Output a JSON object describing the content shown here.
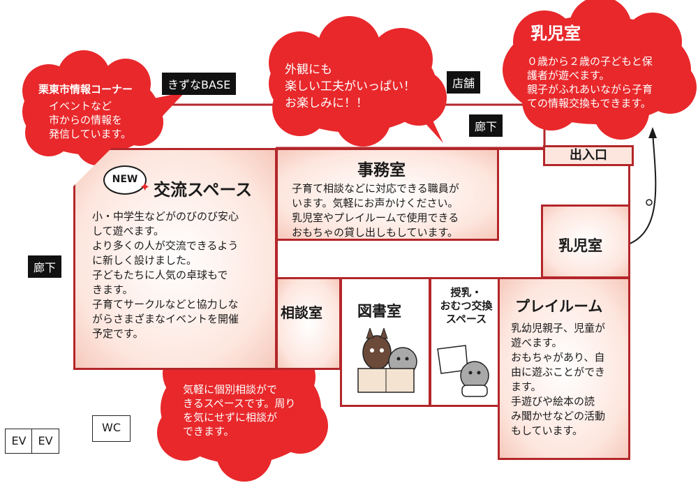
{
  "colors": {
    "accent": "#e8282b",
    "wall": "#b3262a",
    "label_bg": "#111111"
  },
  "labels": {
    "kizuna_base": "きずなBASE",
    "tenpo": "店舗",
    "roka_top": "廊下",
    "roka_left": "廊下",
    "deiriguchi": "出入口",
    "ev1": "EV",
    "ev2": "EV",
    "wc": "WC"
  },
  "bubbles": {
    "info_corner": {
      "title": "栗東市情報コーナー",
      "text": "イベントなど\n市からの情報を\n発信しています。"
    },
    "exterior": {
      "text": "外観にも\n楽しい工夫がいっぱい！\nお楽しみに！！"
    },
    "nyujishitsu": {
      "title": "乳児室",
      "text": "０歳から２歳の子どもと保\n護者が遊べます。\n親子がふれあいながら子育\nての情報交換もできます。"
    },
    "soudan": {
      "text": "気軽に個別相談がで\nきるスペースです。周り\nを気にせずに相談が\nできます。"
    }
  },
  "rooms": {
    "koryu": {
      "badge": "NEW",
      "title": "交流スペース",
      "text": "小・中学生などがのびのび安心\nして遊べます。\nより多くの人が交流できるよう\nに新しく設けました。\n子どもたちに人気の卓球もで\nきます。\n子育てサークルなどと協力しな\nがらさまざまなイベントを開催\n予定です。"
    },
    "jimushitsu": {
      "title": "事務室",
      "text": "子育て相談などに対応できる職員が\nいます。気軽にお声かけください。\n乳児室やプレイルームで使用できる\nおもちゃの貸し出しもしています。"
    },
    "nyujishitsu": {
      "title": "乳児室"
    },
    "soudanshitsu": {
      "title": "相談室"
    },
    "toshoshitsu": {
      "title": "図書室"
    },
    "junyu": {
      "title": "授乳・\nおむつ交換\nスペース"
    },
    "playroom": {
      "title": "プレイルーム",
      "text": "乳幼児親子、児童が\n遊べます。\nおもちゃがあり、自\n由に遊ぶことができ\nます。\n手遊びや絵本の読\nみ聞かせなどの活動\nもしています。"
    }
  }
}
